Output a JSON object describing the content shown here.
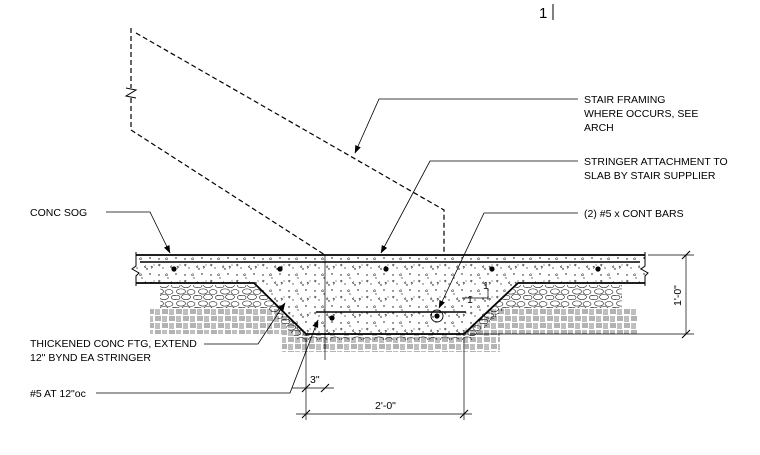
{
  "sheet_number": "1",
  "callouts": {
    "stair_framing": [
      "STAIR FRAMING",
      "WHERE OCCURS, SEE",
      "ARCH"
    ],
    "stringer_attachment": [
      "STRINGER ATTACHMENT TO",
      "SLAB BY STAIR SUPPLIER"
    ],
    "conc_sog": "CONC SOG",
    "cont_bars": "(2) #5 x CONT BARS",
    "thickened_ftg": [
      "THICKENED CONC FTG, EXTEND",
      "12\" BYND EA STRINGER"
    ],
    "rebar_spacing": "#5 AT 12\"oc"
  },
  "dimensions": {
    "depth": "1'-0\"",
    "offset": "3\"",
    "width": "2'-0\"",
    "slope_rise": "1",
    "slope_run": "1"
  }
}
